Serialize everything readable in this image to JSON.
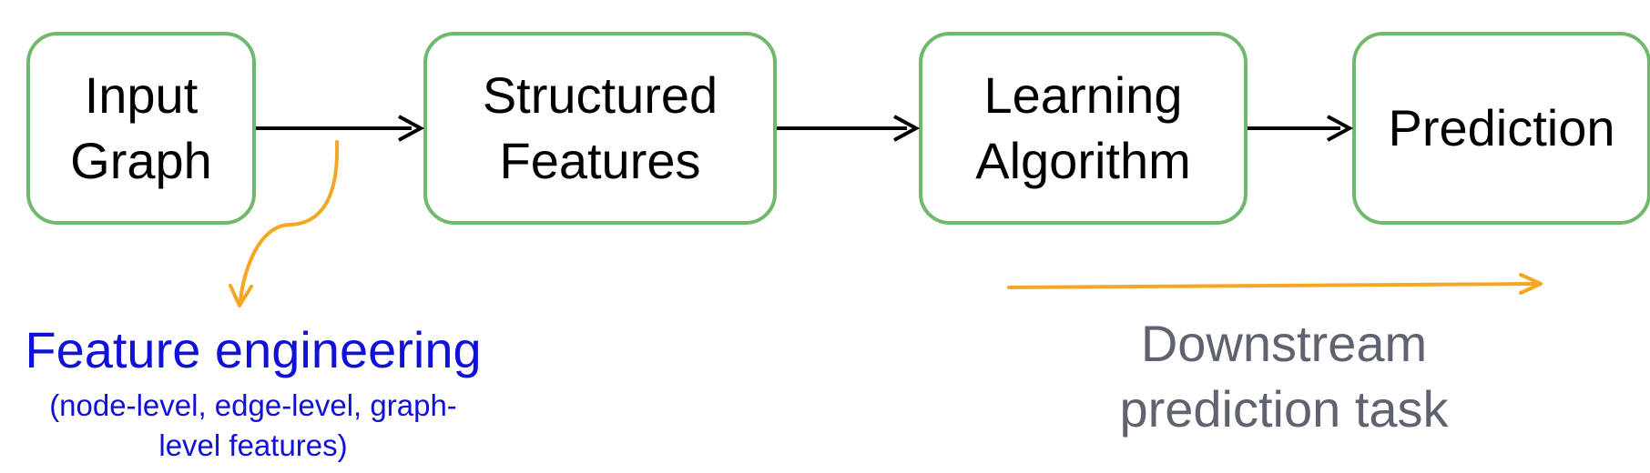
{
  "boxes": {
    "input_graph": {
      "line1": "Input",
      "line2": "Graph"
    },
    "structured_features": {
      "line1": "Structured",
      "line2": "Features"
    },
    "learning_algorithm": {
      "line1": "Learning",
      "line2": "Algorithm"
    },
    "prediction": {
      "label": "Prediction"
    }
  },
  "feature_engineering": {
    "title": "Feature engineering",
    "subtitle_line1": "(node-level, edge-level, graph-",
    "subtitle_line2": "level features)"
  },
  "downstream": {
    "line1": "Downstream",
    "line2": "prediction task"
  },
  "colors": {
    "box_border": "#6fb96d",
    "flow_arrow": "#000000",
    "accent_arrow": "#f5a623",
    "feature_text": "#1010d8",
    "downstream_text": "#5f6370"
  },
  "icons": {
    "flow_arrow": "arrow-right-icon",
    "curved_arrow": "curved-arrow-down-icon",
    "downstream_arrow": "arrow-right-icon"
  }
}
